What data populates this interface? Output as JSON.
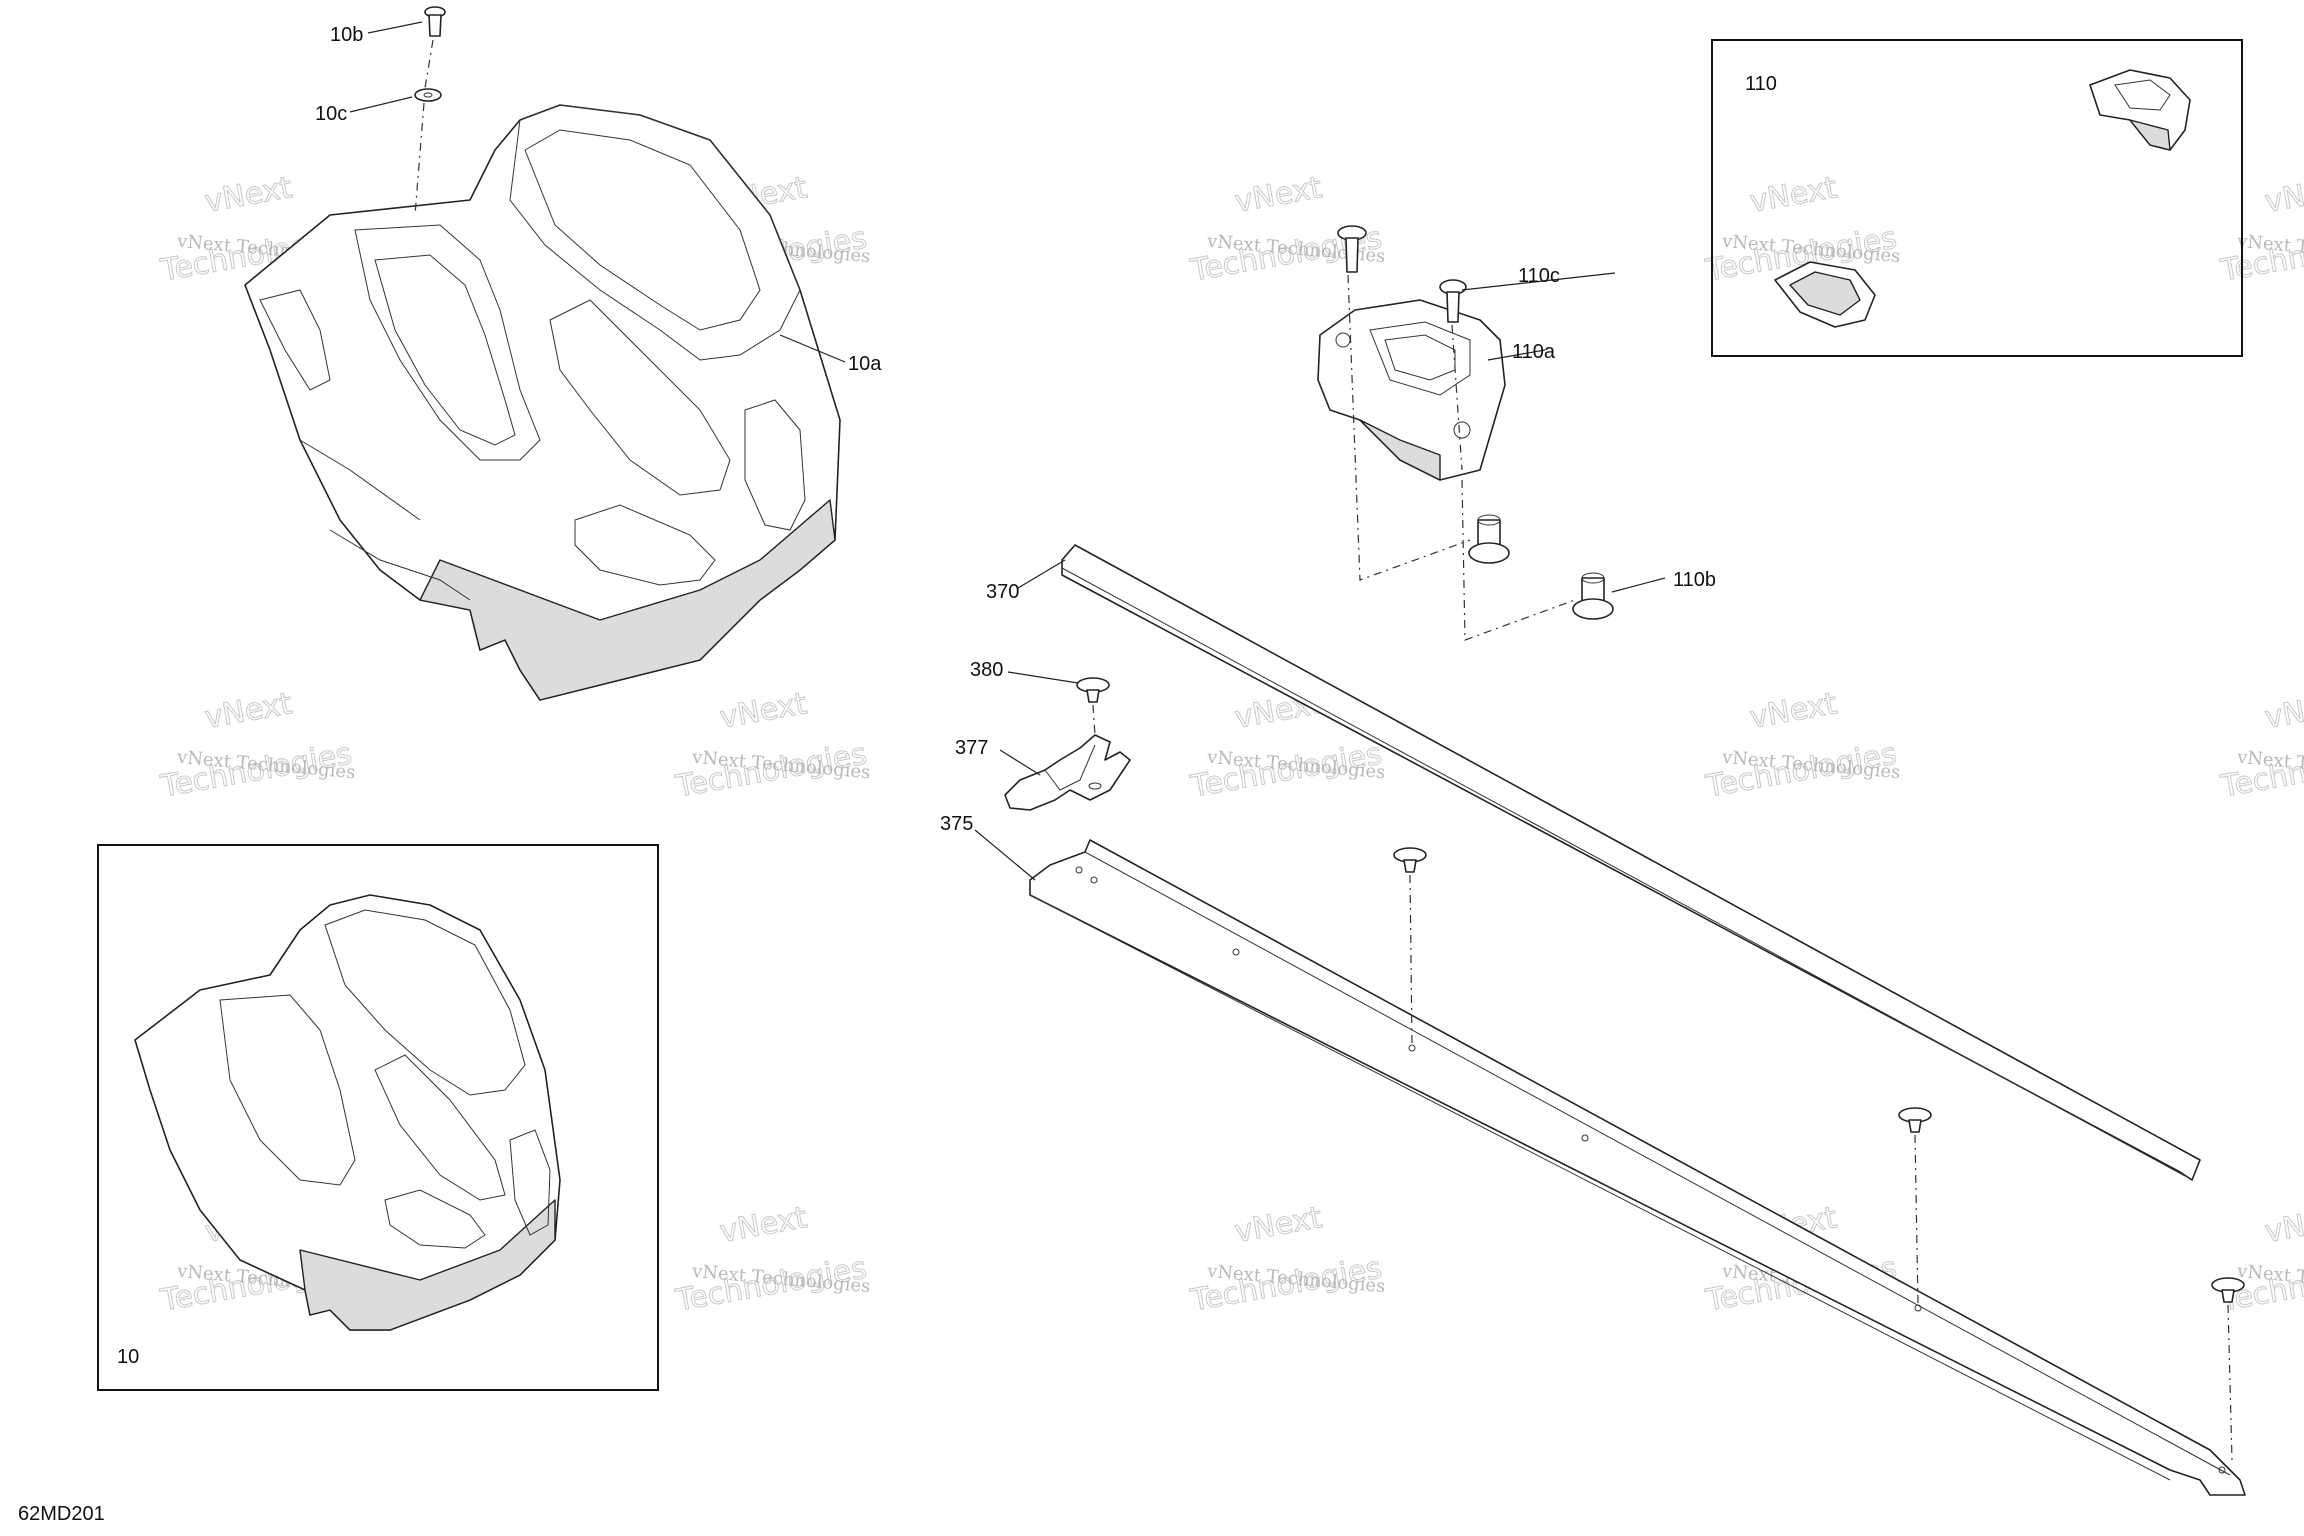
{
  "diagram": {
    "code": "62MD201",
    "callouts": {
      "c10b": "10b",
      "c10c": "10c",
      "c10a": "10a",
      "c10": "10",
      "c110": "110",
      "c110c": "110c",
      "c110a": "110a",
      "c110b": "110b",
      "c370": "370",
      "c380": "380",
      "c377": "377",
      "c375": "375"
    },
    "watermark": {
      "line1": "vNext Technologies",
      "line2": "Technologies",
      "line3": "vNext"
    }
  }
}
